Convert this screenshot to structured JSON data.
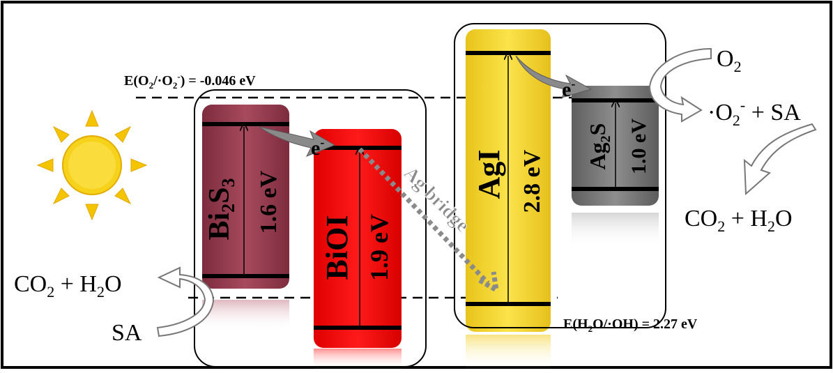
{
  "levels": {
    "o2_potential": {
      "prefix": "E(O",
      "sub1": "2",
      "mid": "/·O",
      "sub2": "2",
      "sup": "-",
      "suffix": ") = -0.046 eV"
    },
    "h2o_potential": {
      "prefix": "E(H",
      "sub": "2",
      "suffix": "O/·OH) = 2.27 eV"
    }
  },
  "materials": {
    "bi2s3": {
      "name": "Bi",
      "sub1": "2",
      "mid": "S",
      "sub2": "3",
      "gap": "1.6 eV",
      "color": "#9b3e52"
    },
    "bioi": {
      "name": "BiOI",
      "gap": "1.9 eV",
      "color": "#ff0000"
    },
    "agi": {
      "name": "AgI",
      "gap": "2.8 eV",
      "color": "#f5d728"
    },
    "ag2s": {
      "name": "Ag",
      "sub": "2",
      "suffix": "S",
      "gap": "1.0 eV",
      "color": "#7a7a7a"
    }
  },
  "electrons": {
    "label": "e",
    "charge": "-"
  },
  "bridge_label": "Ag bridge",
  "reactions": {
    "o2": {
      "text": "O",
      "sub": "2"
    },
    "superoxide": {
      "dot_o": "·O",
      "sub": "2",
      "sup": "-",
      "suffix": " + SA"
    },
    "products_right": {
      "co2": "CO",
      "sub1": "2",
      "plus": " + H",
      "sub2": "2",
      "tail": "O"
    },
    "products_left": {
      "co2": "CO",
      "sub1": "2",
      "plus": " + H",
      "sub2": "2",
      "tail": "O"
    },
    "sa_left": "SA"
  },
  "colors": {
    "sun": "#f7d21a",
    "border": "#000000",
    "arrow_gray": "#8a8a8a"
  }
}
